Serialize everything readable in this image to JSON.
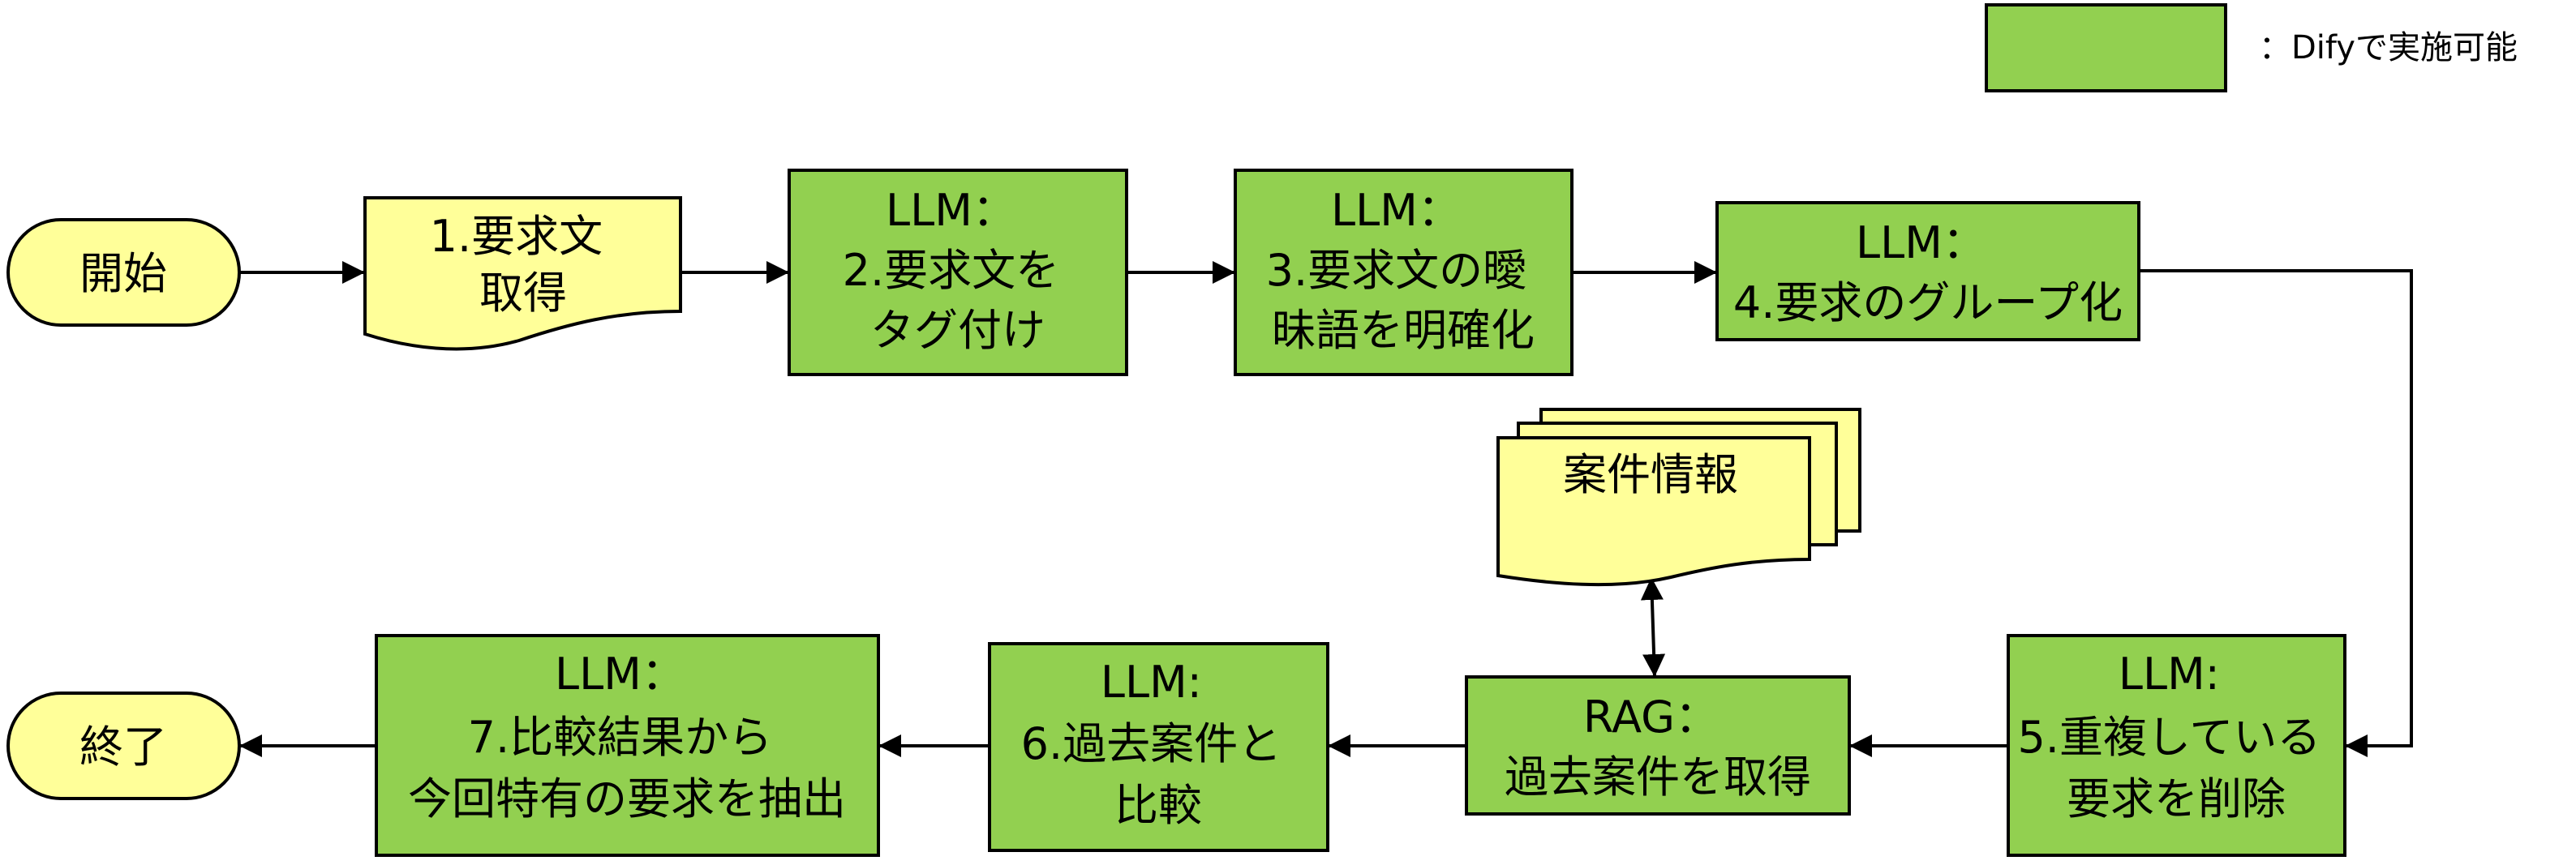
{
  "colors": {
    "dify_green": "#92D050",
    "io_yellow": "#FFFF99",
    "stroke": "#000000"
  },
  "legend": {
    "swatch_meaning": "：Difyで実施可能"
  },
  "nodes": {
    "start": {
      "lines": [
        "開始"
      ]
    },
    "step1": {
      "lines": [
        "1.要求文",
        "取得"
      ]
    },
    "step2": {
      "lines": [
        "LLM：",
        "2.要求文を",
        "タグ付け"
      ]
    },
    "step3": {
      "lines": [
        "LLM：",
        "3.要求文の曖",
        "昧語を明確化"
      ]
    },
    "step4": {
      "lines": [
        "LLM：",
        "4.要求のグループ化"
      ]
    },
    "step5": {
      "lines": [
        "LLM:",
        "5.重複している",
        "要求を削除"
      ]
    },
    "rag": {
      "lines": [
        "RAG：",
        "過去案件を取得"
      ]
    },
    "case_info": {
      "lines": [
        "案件情報"
      ]
    },
    "step6": {
      "lines": [
        "LLM:",
        "6.過去案件と",
        "比較"
      ]
    },
    "step7": {
      "lines": [
        "LLM：",
        "7.比較結果から",
        "今回特有の要求を抽出"
      ]
    },
    "end": {
      "lines": [
        "終了"
      ]
    }
  }
}
